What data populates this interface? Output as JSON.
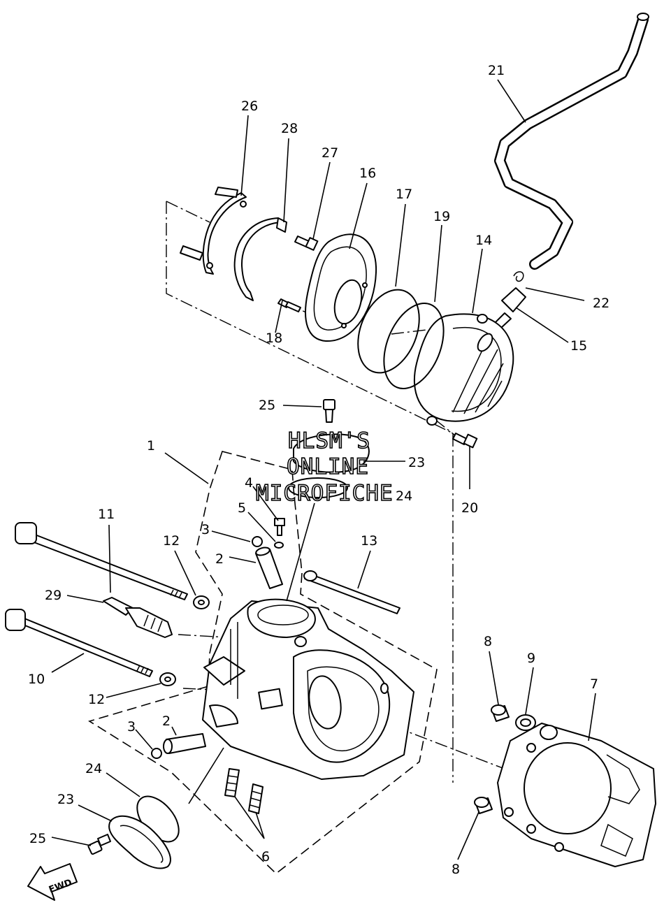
{
  "callouts": [
    {
      "id": "c1",
      "text": "1"
    },
    {
      "id": "c2a",
      "text": "2"
    },
    {
      "id": "c2b",
      "text": "2"
    },
    {
      "id": "c3a",
      "text": "3"
    },
    {
      "id": "c3b",
      "text": "3"
    },
    {
      "id": "c4",
      "text": "4"
    },
    {
      "id": "c5",
      "text": "5"
    },
    {
      "id": "c6",
      "text": "6"
    },
    {
      "id": "c7",
      "text": "7"
    },
    {
      "id": "c8a",
      "text": "8"
    },
    {
      "id": "c8b",
      "text": "8"
    },
    {
      "id": "c9",
      "text": "9"
    },
    {
      "id": "c10",
      "text": "10"
    },
    {
      "id": "c11",
      "text": "11"
    },
    {
      "id": "c12a",
      "text": "12"
    },
    {
      "id": "c12b",
      "text": "12"
    },
    {
      "id": "c13",
      "text": "13"
    },
    {
      "id": "c14",
      "text": "14"
    },
    {
      "id": "c15",
      "text": "15"
    },
    {
      "id": "c16",
      "text": "16"
    },
    {
      "id": "c17",
      "text": "17"
    },
    {
      "id": "c18",
      "text": "18"
    },
    {
      "id": "c19",
      "text": "19"
    },
    {
      "id": "c20",
      "text": "20"
    },
    {
      "id": "c21",
      "text": "21"
    },
    {
      "id": "c22",
      "text": "22"
    },
    {
      "id": "c23a",
      "text": "23"
    },
    {
      "id": "c23b",
      "text": "23"
    },
    {
      "id": "c24a",
      "text": "24"
    },
    {
      "id": "c24b",
      "text": "24"
    },
    {
      "id": "c25a",
      "text": "25"
    },
    {
      "id": "c25b",
      "text": "25"
    },
    {
      "id": "c26",
      "text": "26"
    },
    {
      "id": "c27",
      "text": "27"
    },
    {
      "id": "c28",
      "text": "28"
    },
    {
      "id": "c29",
      "text": "29"
    }
  ],
  "watermark": [
    "HLSM'S",
    "ONLINE",
    "MICROFICHE"
  ],
  "fwd_label": "FWD"
}
